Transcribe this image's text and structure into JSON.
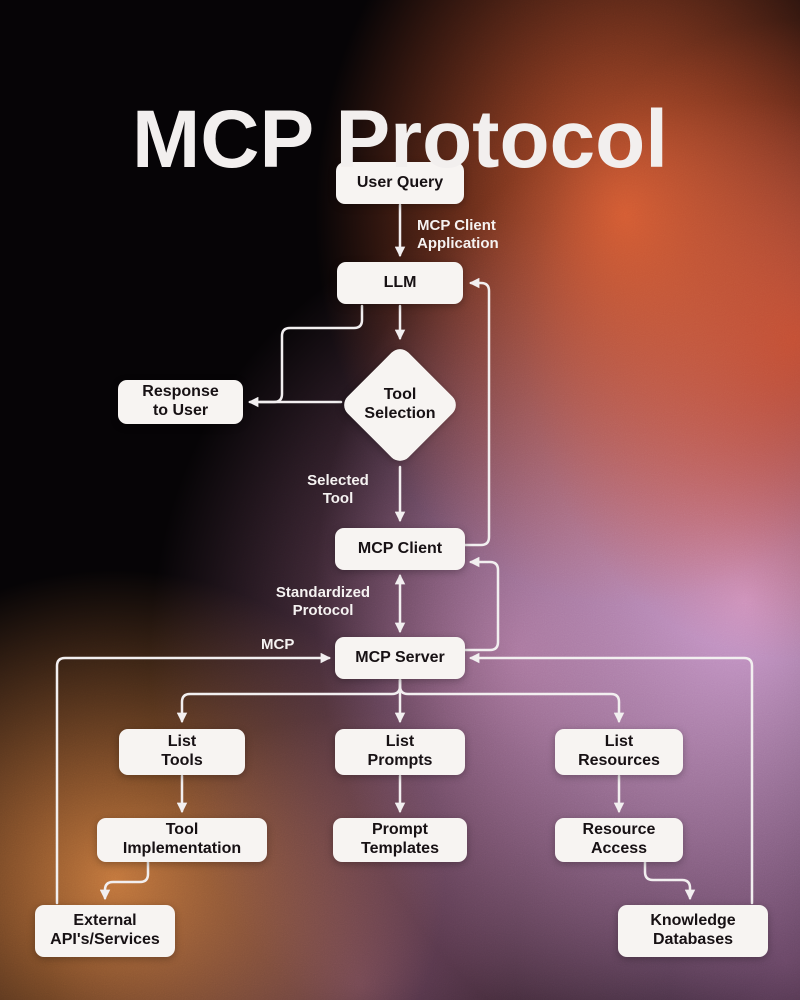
{
  "title": "MCP Protocol",
  "nodes": {
    "user_query": {
      "label": "User Query"
    },
    "llm": {
      "label": "LLM"
    },
    "tool_selection": {
      "label": "Tool\nSelection"
    },
    "response_to_user": {
      "label": "Response\nto User"
    },
    "mcp_client": {
      "label": "MCP Client"
    },
    "mcp_server": {
      "label": "MCP Server"
    },
    "list_tools": {
      "label": "List\nTools"
    },
    "list_prompts": {
      "label": "List\nPrompts"
    },
    "list_resources": {
      "label": "List\nResources"
    },
    "tool_implementation": {
      "label": "Tool\nImplementation"
    },
    "prompt_templates": {
      "label": "Prompt\nTemplates"
    },
    "resource_access": {
      "label": "Resource\nAccess"
    },
    "external_apis": {
      "label": "External\nAPI's/Services"
    },
    "knowledge_databases": {
      "label": "Knowledge\nDatabases"
    }
  },
  "edge_labels": {
    "mcp_client_application": "MCP Client\nApplication",
    "selected_tool": "Selected\nTool",
    "standardized_protocol": "Standardized\nProtocol",
    "mcp": "MCP"
  },
  "colors": {
    "node_bg": "#f7f4f2",
    "node_text": "#171114",
    "line": "#f2eff0",
    "title": "#f2efee",
    "bg_base": "#050305",
    "blob_orange": "#e06034",
    "blob_red": "#c4462d",
    "blob_lavender": "#d8a4da",
    "blob_mauve": "#a86c8e",
    "blob_amber": "#d68242"
  }
}
